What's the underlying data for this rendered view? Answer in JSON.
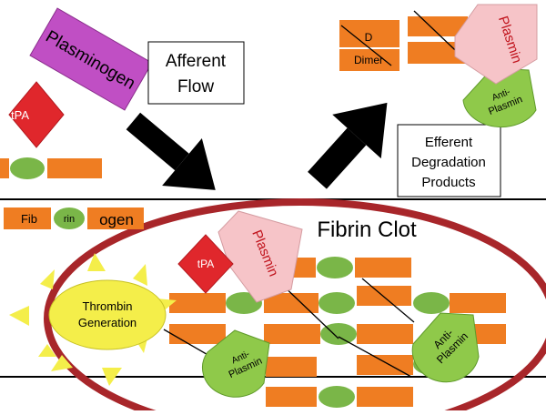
{
  "colors": {
    "fibrin_block": "#ef7d22",
    "fibrin_block_stroke": "#c96414",
    "link_oval": "#7ab648",
    "plasmin_pink": "#f6c4c8",
    "tpa_red": "#e0272c",
    "plasminogen_purple": "#c04fc4",
    "antiplasmin_green": "#8fc94a",
    "thrombin_yellow": "#f4ee4a",
    "clot_ring": "#a8262a",
    "arrow_black": "#000000"
  },
  "labels": {
    "plasminogen": "Plasminogen",
    "tpa_top": "tPA",
    "afferent_line1": "Afferent",
    "afferent_line2": "Flow",
    "fib": "Fib",
    "rin": "rin",
    "ogen": "ogen",
    "d_line1": "D",
    "d_line2": "Dimer",
    "plasmin_top": "Plasmin",
    "antiplasmin_top_1": "Anti-",
    "antiplasmin_top_2": "Plasmin",
    "efferent_line1": "Efferent",
    "efferent_line2": "Degradation",
    "efferent_line3": "Products",
    "fibrin_clot": "Fibrin Clot",
    "plasmin_clot": "Plasmin",
    "tpa_clot": "tPA",
    "thrombin_line1": "Thrombin",
    "thrombin_line2": "Generation",
    "antiplasmin_left_1": "Anti-",
    "antiplasmin_left_2": "Plasmin",
    "antiplasmin_right_1": "Anti-",
    "antiplasmin_right_2": "Plasmin"
  }
}
